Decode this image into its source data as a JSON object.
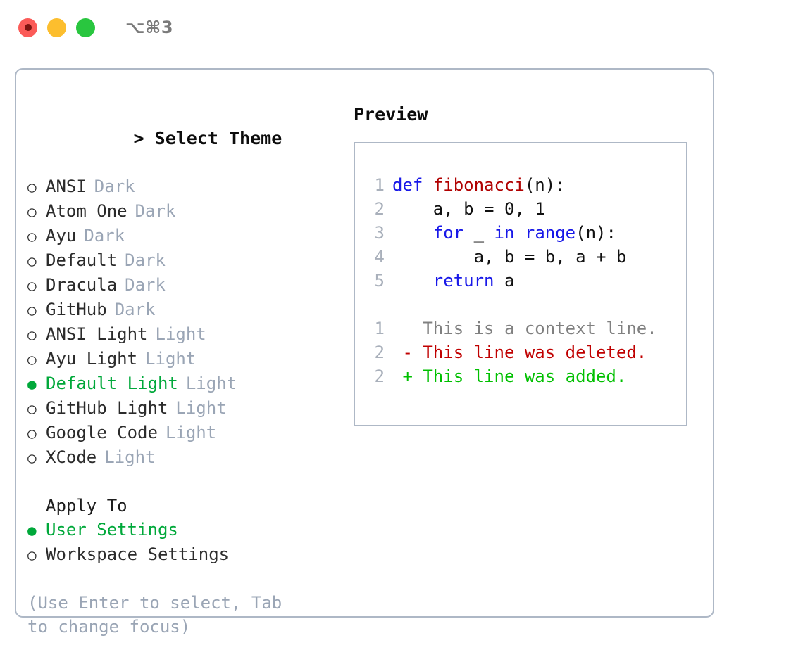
{
  "titlebar": {
    "lights": [
      "close-red",
      "minimize-yellow",
      "maximize-green"
    ],
    "shortcut": "⌥⌘3"
  },
  "theme_list": {
    "header_marker": ">",
    "header": "Select Theme",
    "unselected_marker": "○",
    "selected_marker": "●",
    "selected_color": "#00a83a",
    "badge_color": "#9aa5b5",
    "items": [
      {
        "name": "ANSI",
        "badge": "Dark",
        "selected": false
      },
      {
        "name": "Atom One",
        "badge": "Dark",
        "selected": false
      },
      {
        "name": "Ayu",
        "badge": "Dark",
        "selected": false
      },
      {
        "name": "Default",
        "badge": "Dark",
        "selected": false
      },
      {
        "name": "Dracula",
        "badge": "Dark",
        "selected": false
      },
      {
        "name": "GitHub",
        "badge": "Dark",
        "selected": false
      },
      {
        "name": "ANSI Light",
        "badge": "Light",
        "selected": false
      },
      {
        "name": "Ayu Light",
        "badge": "Light",
        "selected": false
      },
      {
        "name": "Default Light",
        "badge": "Light",
        "selected": true
      },
      {
        "name": "GitHub Light",
        "badge": "Light",
        "selected": false
      },
      {
        "name": "Google Code",
        "badge": "Light",
        "selected": false
      },
      {
        "name": "XCode",
        "badge": "Light",
        "selected": false
      }
    ]
  },
  "apply_to": {
    "header": "Apply To",
    "items": [
      {
        "name": "User Settings",
        "selected": true
      },
      {
        "name": "Workspace Settings",
        "selected": false
      }
    ]
  },
  "hint": "(Use Enter to select, Tab to change focus)",
  "preview": {
    "title": "Preview",
    "code": [
      {
        "num": "1",
        "tokens": [
          {
            "t": "def ",
            "c": "kw"
          },
          {
            "t": "fibonacci",
            "c": "fn"
          },
          {
            "t": "(n):",
            "c": "plain"
          }
        ]
      },
      {
        "num": "2",
        "tokens": [
          {
            "t": "    a, b = 0, 1",
            "c": "plain"
          }
        ]
      },
      {
        "num": "3",
        "tokens": [
          {
            "t": "    ",
            "c": "plain"
          },
          {
            "t": "for",
            "c": "kw"
          },
          {
            "t": " _ ",
            "c": "plain"
          },
          {
            "t": "in",
            "c": "kw"
          },
          {
            "t": " ",
            "c": "plain"
          },
          {
            "t": "range",
            "c": "kw"
          },
          {
            "t": "(n):",
            "c": "plain"
          }
        ]
      },
      {
        "num": "4",
        "tokens": [
          {
            "t": "        a, b = b, a + b",
            "c": "plain"
          }
        ]
      },
      {
        "num": "5",
        "tokens": [
          {
            "t": "    ",
            "c": "plain"
          },
          {
            "t": "return",
            "c": "kw"
          },
          {
            "t": " a",
            "c": "plain"
          }
        ]
      }
    ],
    "diff": [
      {
        "num": "1",
        "tokens": [
          {
            "t": "   This is a context line.",
            "c": "ctx"
          }
        ]
      },
      {
        "num": "2",
        "tokens": [
          {
            "t": " - This line was deleted.",
            "c": "del"
          }
        ]
      },
      {
        "num": "2",
        "tokens": [
          {
            "t": " + This line was added.",
            "c": "add"
          }
        ]
      }
    ]
  }
}
